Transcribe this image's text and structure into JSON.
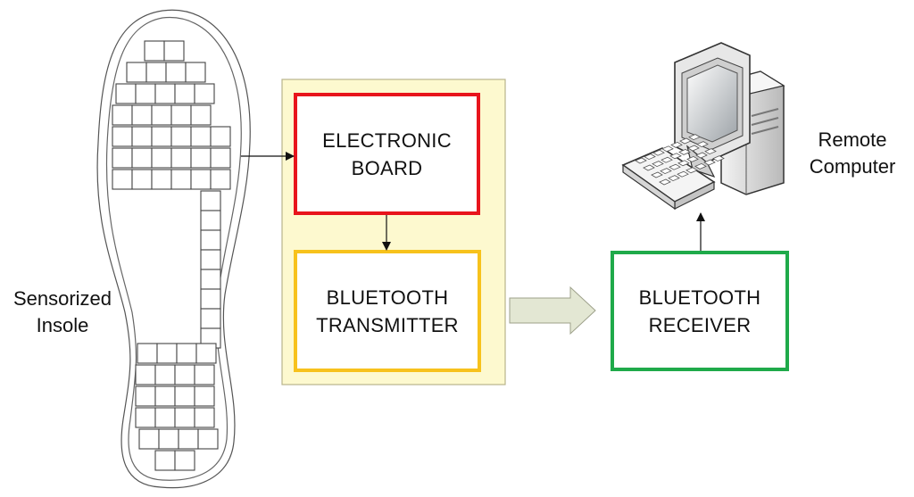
{
  "insole": {
    "label_lines": [
      "Sensorized",
      "Insole"
    ]
  },
  "electronic_board": {
    "label_lines": [
      "ELECTRONIC",
      "BOARD"
    ],
    "border_color": "#e8141c"
  },
  "bluetooth_transmitter": {
    "label_lines": [
      "BLUETOOTH",
      "TRANSMITTER"
    ],
    "border_color": "#f7c21c"
  },
  "bluetooth_receiver": {
    "label_lines": [
      "BLUETOOTH",
      "RECEIVER"
    ],
    "border_color": "#1faa4a"
  },
  "remote_computer": {
    "label_lines": [
      "Remote",
      "Computer"
    ],
    "icon": "desktop-computer-icon"
  },
  "colors": {
    "panel_fill": "#fdf9cf",
    "panel_border": "#b8b48c",
    "transfer_arrow_fill": "#e3e7d3",
    "transfer_arrow_border": "#9da08a"
  }
}
